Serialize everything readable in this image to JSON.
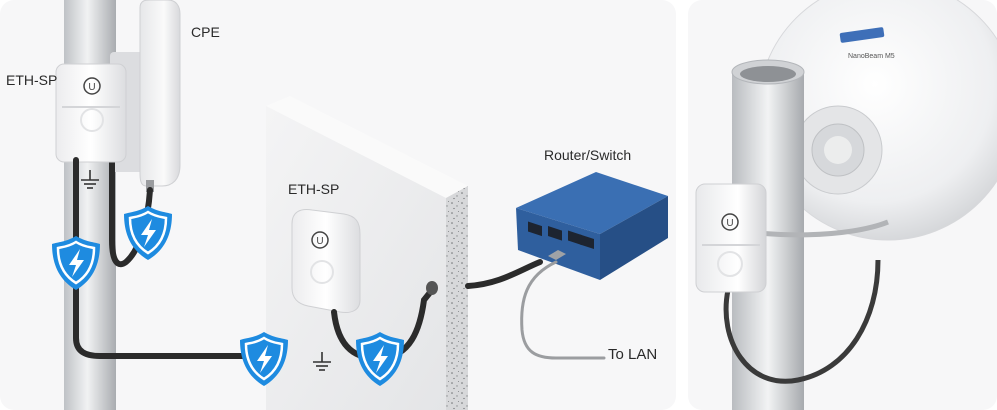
{
  "labels": {
    "cpe": "CPE",
    "eth_sp_pole": "ETH-SP",
    "eth_sp_wall": "ETH-SP",
    "router_switch": "Router/Switch",
    "to_lan": "To LAN"
  },
  "logos": {
    "ubiquiti_mark": "U",
    "dish_brand": "NanoBeam M5"
  },
  "icons": [
    "lightning-shield-icon",
    "ground-icon",
    "ubiquiti-logo-icon"
  ],
  "colors": {
    "shield_blue": "#1e8be0",
    "router_blue": "#2f5f9e",
    "cable_dark": "#2b2b2b",
    "panel_bg": "#f7f7f8"
  }
}
